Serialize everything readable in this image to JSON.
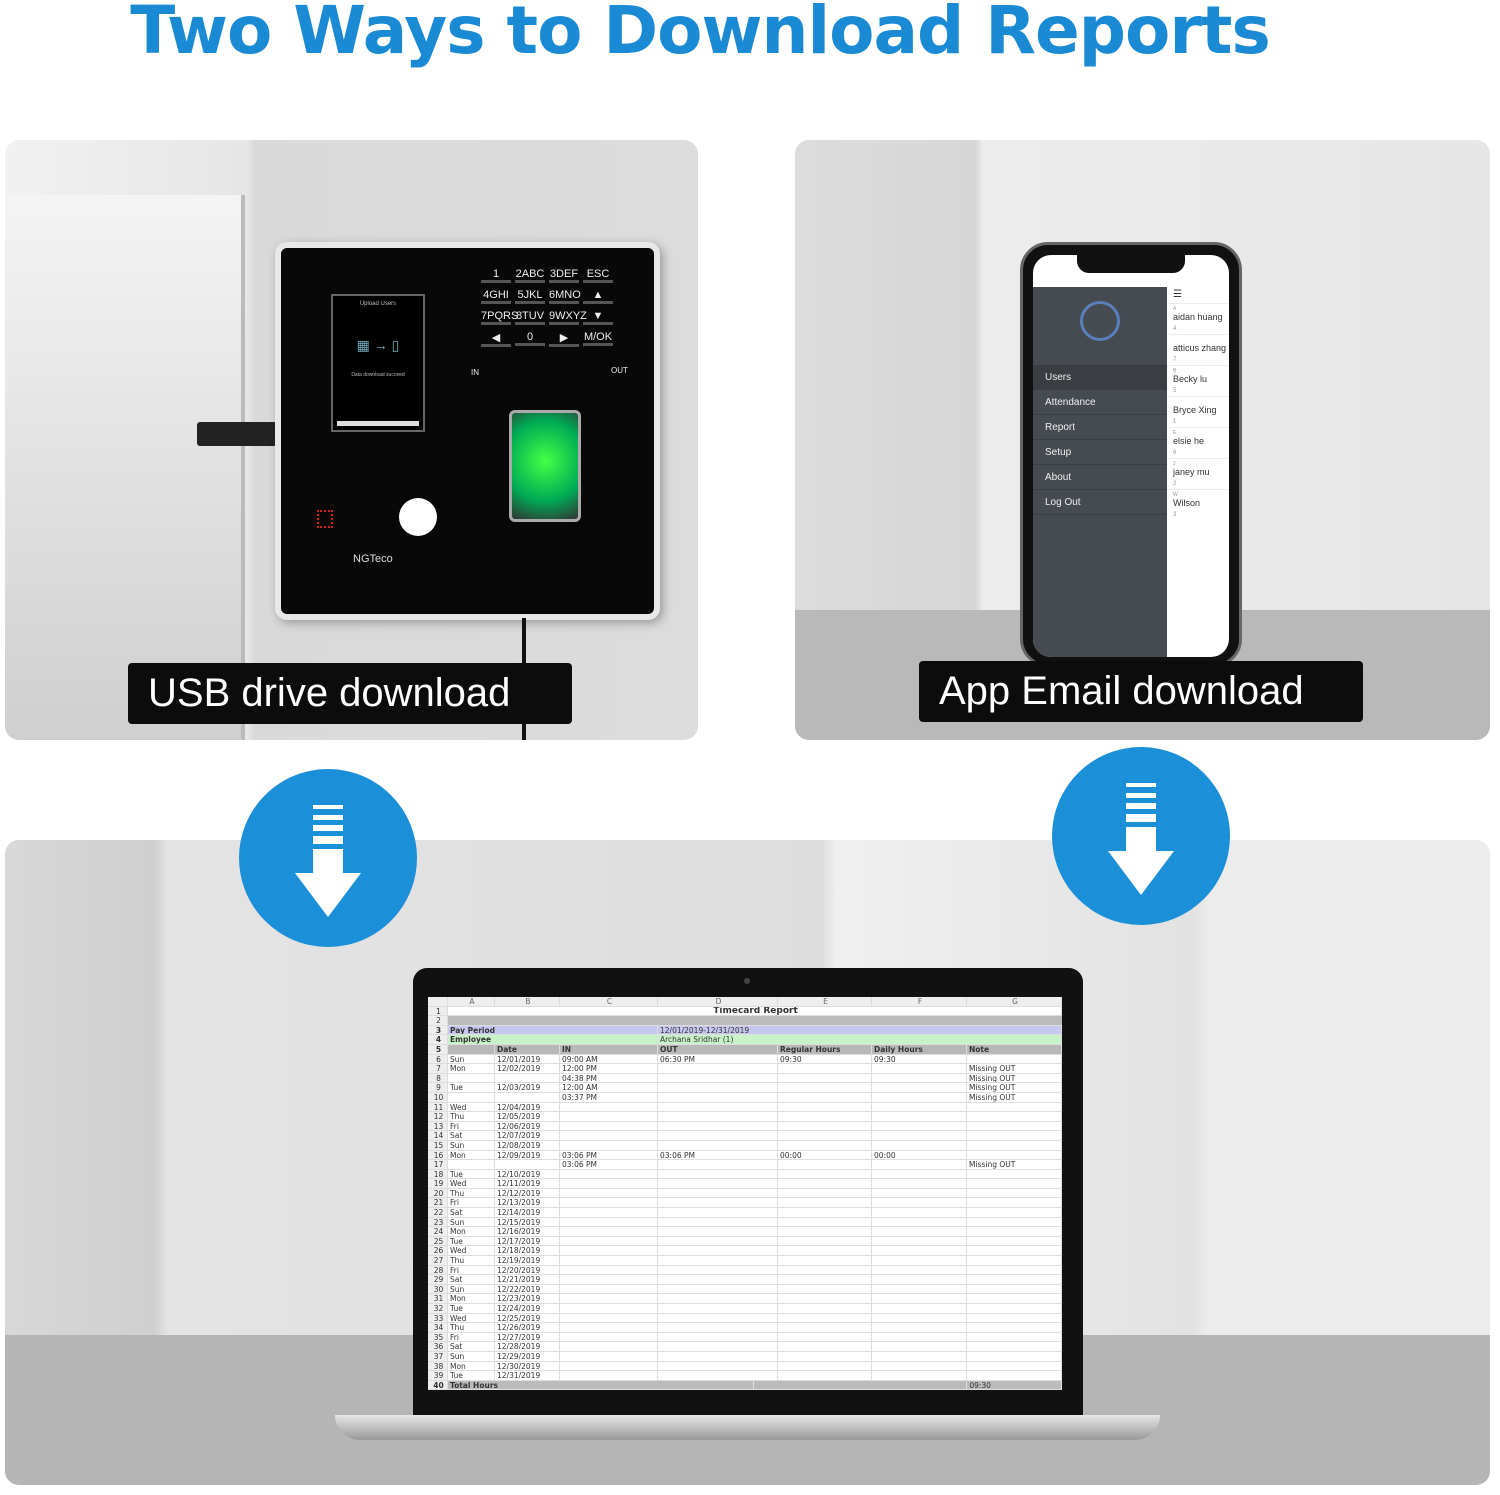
{
  "title": "Two Ways to Download Reports",
  "colors": {
    "accent": "#1a8ad4",
    "label_bg": "#0c0c0c"
  },
  "usb_panel": {
    "label": "USB drive download",
    "device": {
      "screen_title": "Upload Users",
      "screen_status": "Data download succeed",
      "logo": "NGTeco",
      "keys": [
        "1",
        "2ABC",
        "3DEF",
        "ESC",
        "4GHI",
        "5JKL",
        "6MNO",
        "▲",
        "7PQRS",
        "8TUV",
        "9WXYZ",
        "▼",
        "◀",
        "0",
        "▶",
        "M/OK"
      ],
      "in_label": "IN",
      "out_label": "OUT"
    }
  },
  "app_panel": {
    "label": "App Email download",
    "menu": [
      "Users",
      "Attendance",
      "Report",
      "Setup",
      "About",
      "Log Out"
    ],
    "contacts": [
      {
        "letter": "A",
        "name": "aidan huang",
        "id": "4"
      },
      {
        "letter": "",
        "name": "atticus zhang",
        "id": "7"
      },
      {
        "letter": "B",
        "name": "Becky lu",
        "id": "5"
      },
      {
        "letter": "",
        "name": "Bryce Xing",
        "id": "1"
      },
      {
        "letter": "E",
        "name": "elsie he",
        "id": "6"
      },
      {
        "letter": "J",
        "name": "janey mu",
        "id": "2"
      },
      {
        "letter": "W",
        "name": "Wilson",
        "id": "3"
      }
    ]
  },
  "spreadsheet": {
    "columns": [
      "",
      "A",
      "B",
      "C",
      "D",
      "E",
      "F",
      "G"
    ],
    "report_title": "Timecard Report",
    "pay_period_label": "Pay Period",
    "pay_period": "12/01/2019-12/31/2019",
    "employee_label": "Employee",
    "employee": "Archana Sridhar (1)",
    "headers": [
      "Date",
      "IN",
      "OUT",
      "Regular Hours",
      "Daily Hours",
      "Note"
    ],
    "rows": [
      [
        "6",
        "Sun",
        "12/01/2019",
        "09:00 AM",
        "06:30 PM",
        "09:30",
        "09:30",
        ""
      ],
      [
        "7",
        "Mon",
        "12/02/2019",
        "12:00 PM",
        "",
        "",
        "",
        "Missing OUT"
      ],
      [
        "8",
        "",
        "",
        "04:38 PM",
        "",
        "",
        "",
        "Missing OUT"
      ],
      [
        "9",
        "Tue",
        "12/03/2019",
        "12:00 AM",
        "",
        "",
        "",
        "Missing OUT"
      ],
      [
        "10",
        "",
        "",
        "03:37 PM",
        "",
        "",
        "",
        "Missing OUT"
      ],
      [
        "11",
        "Wed",
        "12/04/2019",
        "",
        "",
        "",
        "",
        ""
      ],
      [
        "12",
        "Thu",
        "12/05/2019",
        "",
        "",
        "",
        "",
        ""
      ],
      [
        "13",
        "Fri",
        "12/06/2019",
        "",
        "",
        "",
        "",
        ""
      ],
      [
        "14",
        "Sat",
        "12/07/2019",
        "",
        "",
        "",
        "",
        ""
      ],
      [
        "15",
        "Sun",
        "12/08/2019",
        "",
        "",
        "",
        "",
        ""
      ],
      [
        "16",
        "Mon",
        "12/09/2019",
        "03:06 PM",
        "03:06 PM",
        "00:00",
        "00:00",
        ""
      ],
      [
        "17",
        "",
        "",
        "03:06 PM",
        "",
        "",
        "",
        "Missing OUT"
      ],
      [
        "18",
        "Tue",
        "12/10/2019",
        "",
        "",
        "",
        "",
        ""
      ],
      [
        "19",
        "Wed",
        "12/11/2019",
        "",
        "",
        "",
        "",
        ""
      ],
      [
        "20",
        "Thu",
        "12/12/2019",
        "",
        "",
        "",
        "",
        ""
      ],
      [
        "21",
        "Fri",
        "12/13/2019",
        "",
        "",
        "",
        "",
        ""
      ],
      [
        "22",
        "Sat",
        "12/14/2019",
        "",
        "",
        "",
        "",
        ""
      ],
      [
        "23",
        "Sun",
        "12/15/2019",
        "",
        "",
        "",
        "",
        ""
      ],
      [
        "24",
        "Mon",
        "12/16/2019",
        "",
        "",
        "",
        "",
        ""
      ],
      [
        "25",
        "Tue",
        "12/17/2019",
        "",
        "",
        "",
        "",
        ""
      ],
      [
        "26",
        "Wed",
        "12/18/2019",
        "",
        "",
        "",
        "",
        ""
      ],
      [
        "27",
        "Thu",
        "12/19/2019",
        "",
        "",
        "",
        "",
        ""
      ],
      [
        "28",
        "Fri",
        "12/20/2019",
        "",
        "",
        "",
        "",
        ""
      ],
      [
        "29",
        "Sat",
        "12/21/2019",
        "",
        "",
        "",
        "",
        ""
      ],
      [
        "30",
        "Sun",
        "12/22/2019",
        "",
        "",
        "",
        "",
        ""
      ],
      [
        "31",
        "Mon",
        "12/23/2019",
        "",
        "",
        "",
        "",
        ""
      ],
      [
        "32",
        "Tue",
        "12/24/2019",
        "",
        "",
        "",
        "",
        ""
      ],
      [
        "33",
        "Wed",
        "12/25/2019",
        "",
        "",
        "",
        "",
        ""
      ],
      [
        "34",
        "Thu",
        "12/26/2019",
        "",
        "",
        "",
        "",
        ""
      ],
      [
        "35",
        "Fri",
        "12/27/2019",
        "",
        "",
        "",
        "",
        ""
      ],
      [
        "36",
        "Sat",
        "12/28/2019",
        "",
        "",
        "",
        "",
        ""
      ],
      [
        "37",
        "Sun",
        "12/29/2019",
        "",
        "",
        "",
        "",
        ""
      ],
      [
        "38",
        "Mon",
        "12/30/2019",
        "",
        "",
        "",
        "",
        ""
      ],
      [
        "39",
        "Tue",
        "12/31/2019",
        "",
        "",
        "",
        "",
        ""
      ]
    ],
    "total_label": "Total Hours",
    "total_daily": "09:30"
  }
}
